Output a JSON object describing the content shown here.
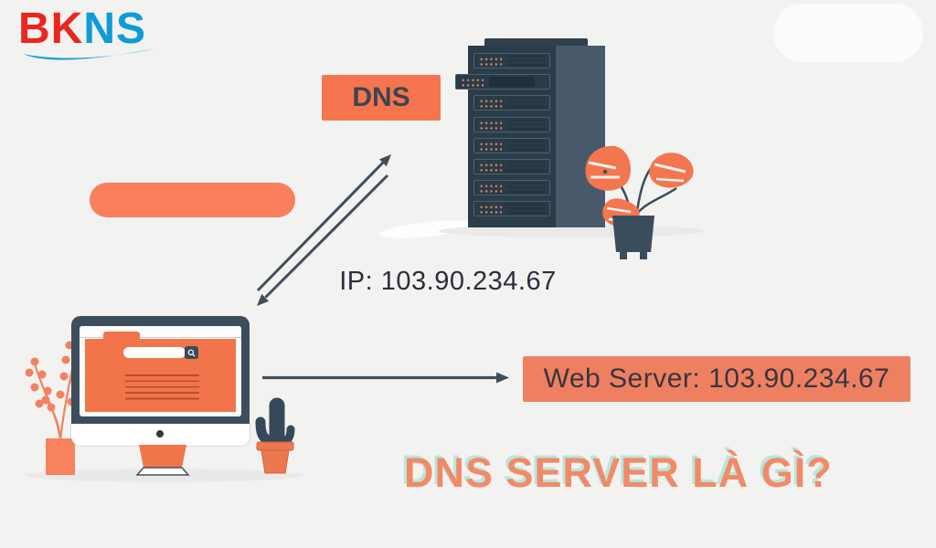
{
  "background": "#F2F2F0",
  "logo": {
    "text_red": "BK",
    "text_blue": "NS",
    "red_color": "#E8281E",
    "blue_color": "#0F9BD8"
  },
  "dns_box": {
    "label": "DNS",
    "bg": "#F5764E",
    "text_color": "#3E4450"
  },
  "pill": {
    "bg": "#F87E5C"
  },
  "ip_text": {
    "text": "IP: 103.90.234.67",
    "color": "#2A2F3A"
  },
  "web_server_box": {
    "label": "Web Server: 103.90.234.67",
    "bg": "#EE8061",
    "text_color": "#3A3540"
  },
  "title": {
    "text": "DNS SERVER LÀ GÌ?",
    "color": "#F28A68",
    "shadow_color": "#B7E6DD"
  },
  "illustrations": {
    "server_rack": {
      "unit_count": 8,
      "pulled_unit_index": 1,
      "front_color": "#2C3D4A",
      "side_color": "#47596B",
      "led_color": "#CF8468"
    },
    "computer": {
      "frame_color": "#3C4E5C",
      "screen_color": "#F2744B",
      "line_color": "#B94E2D"
    },
    "plants": {
      "monstera_leaf": "#F3764F",
      "dark_pot": "#3A4D5C",
      "cactus_body": "#36495A",
      "terracotta_pot": "#EC7850",
      "branch_plant": "#F2815F"
    },
    "arrows": {
      "color": "#3E4F5C"
    }
  }
}
